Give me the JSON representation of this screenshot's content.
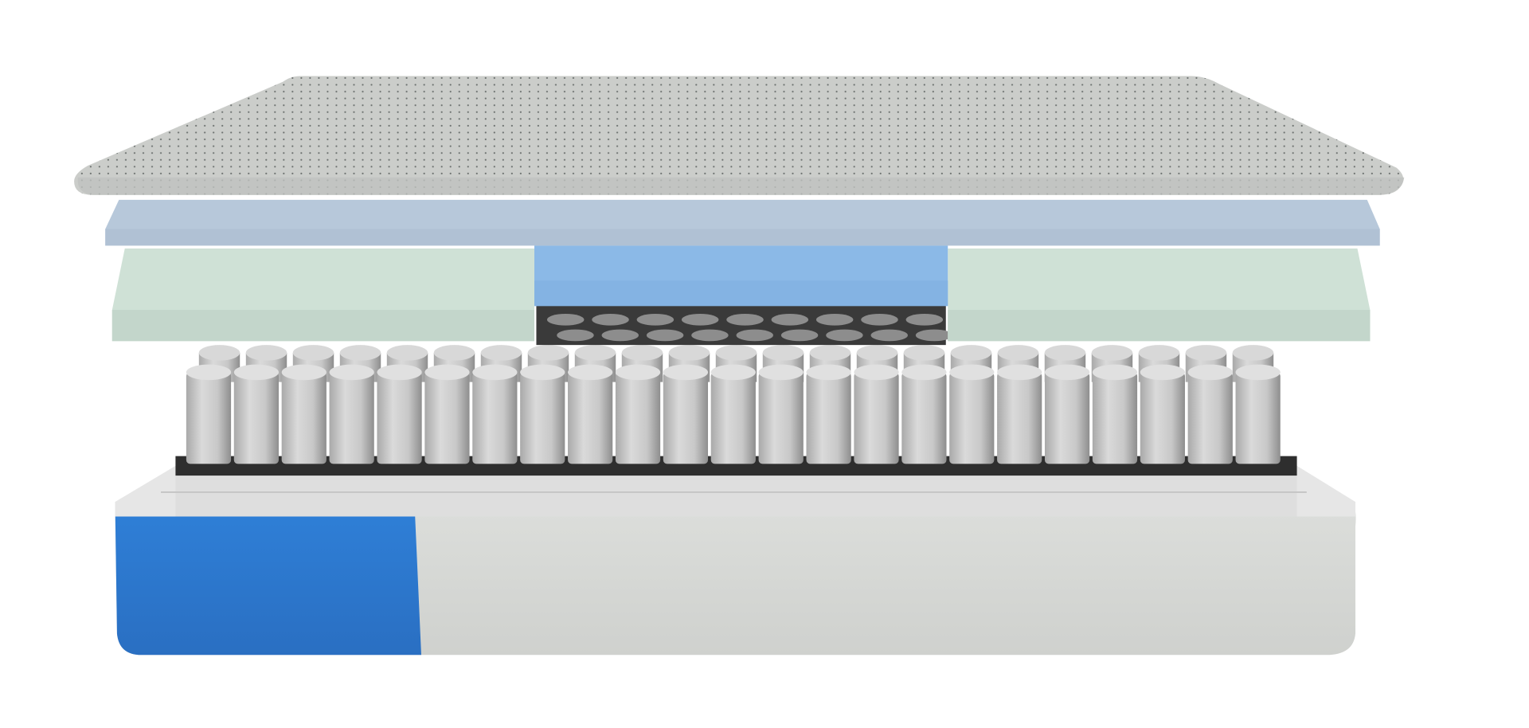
{
  "image": {
    "subject": "mattress-layers-exploded-view",
    "colors": {
      "background": "#ffffff",
      "cover": "#cbcdca",
      "cover_edge": "#b9bcb9",
      "cover_dots": "#555a58",
      "comfort_layer": "#b7c8da",
      "transition_foam": "#cfe1d6",
      "center_zone_foam": "#8bb9e7",
      "coil": "#c9c9c9",
      "coil_shadow": "#9c9c9c",
      "coil_base": "#2e2e2e",
      "frame": "#dcdcdc",
      "base_fabric": "#d7d9d6",
      "base_accent_blue": "#2f7bd2"
    },
    "coil_columns": 23,
    "back_coil_columns": 23
  }
}
